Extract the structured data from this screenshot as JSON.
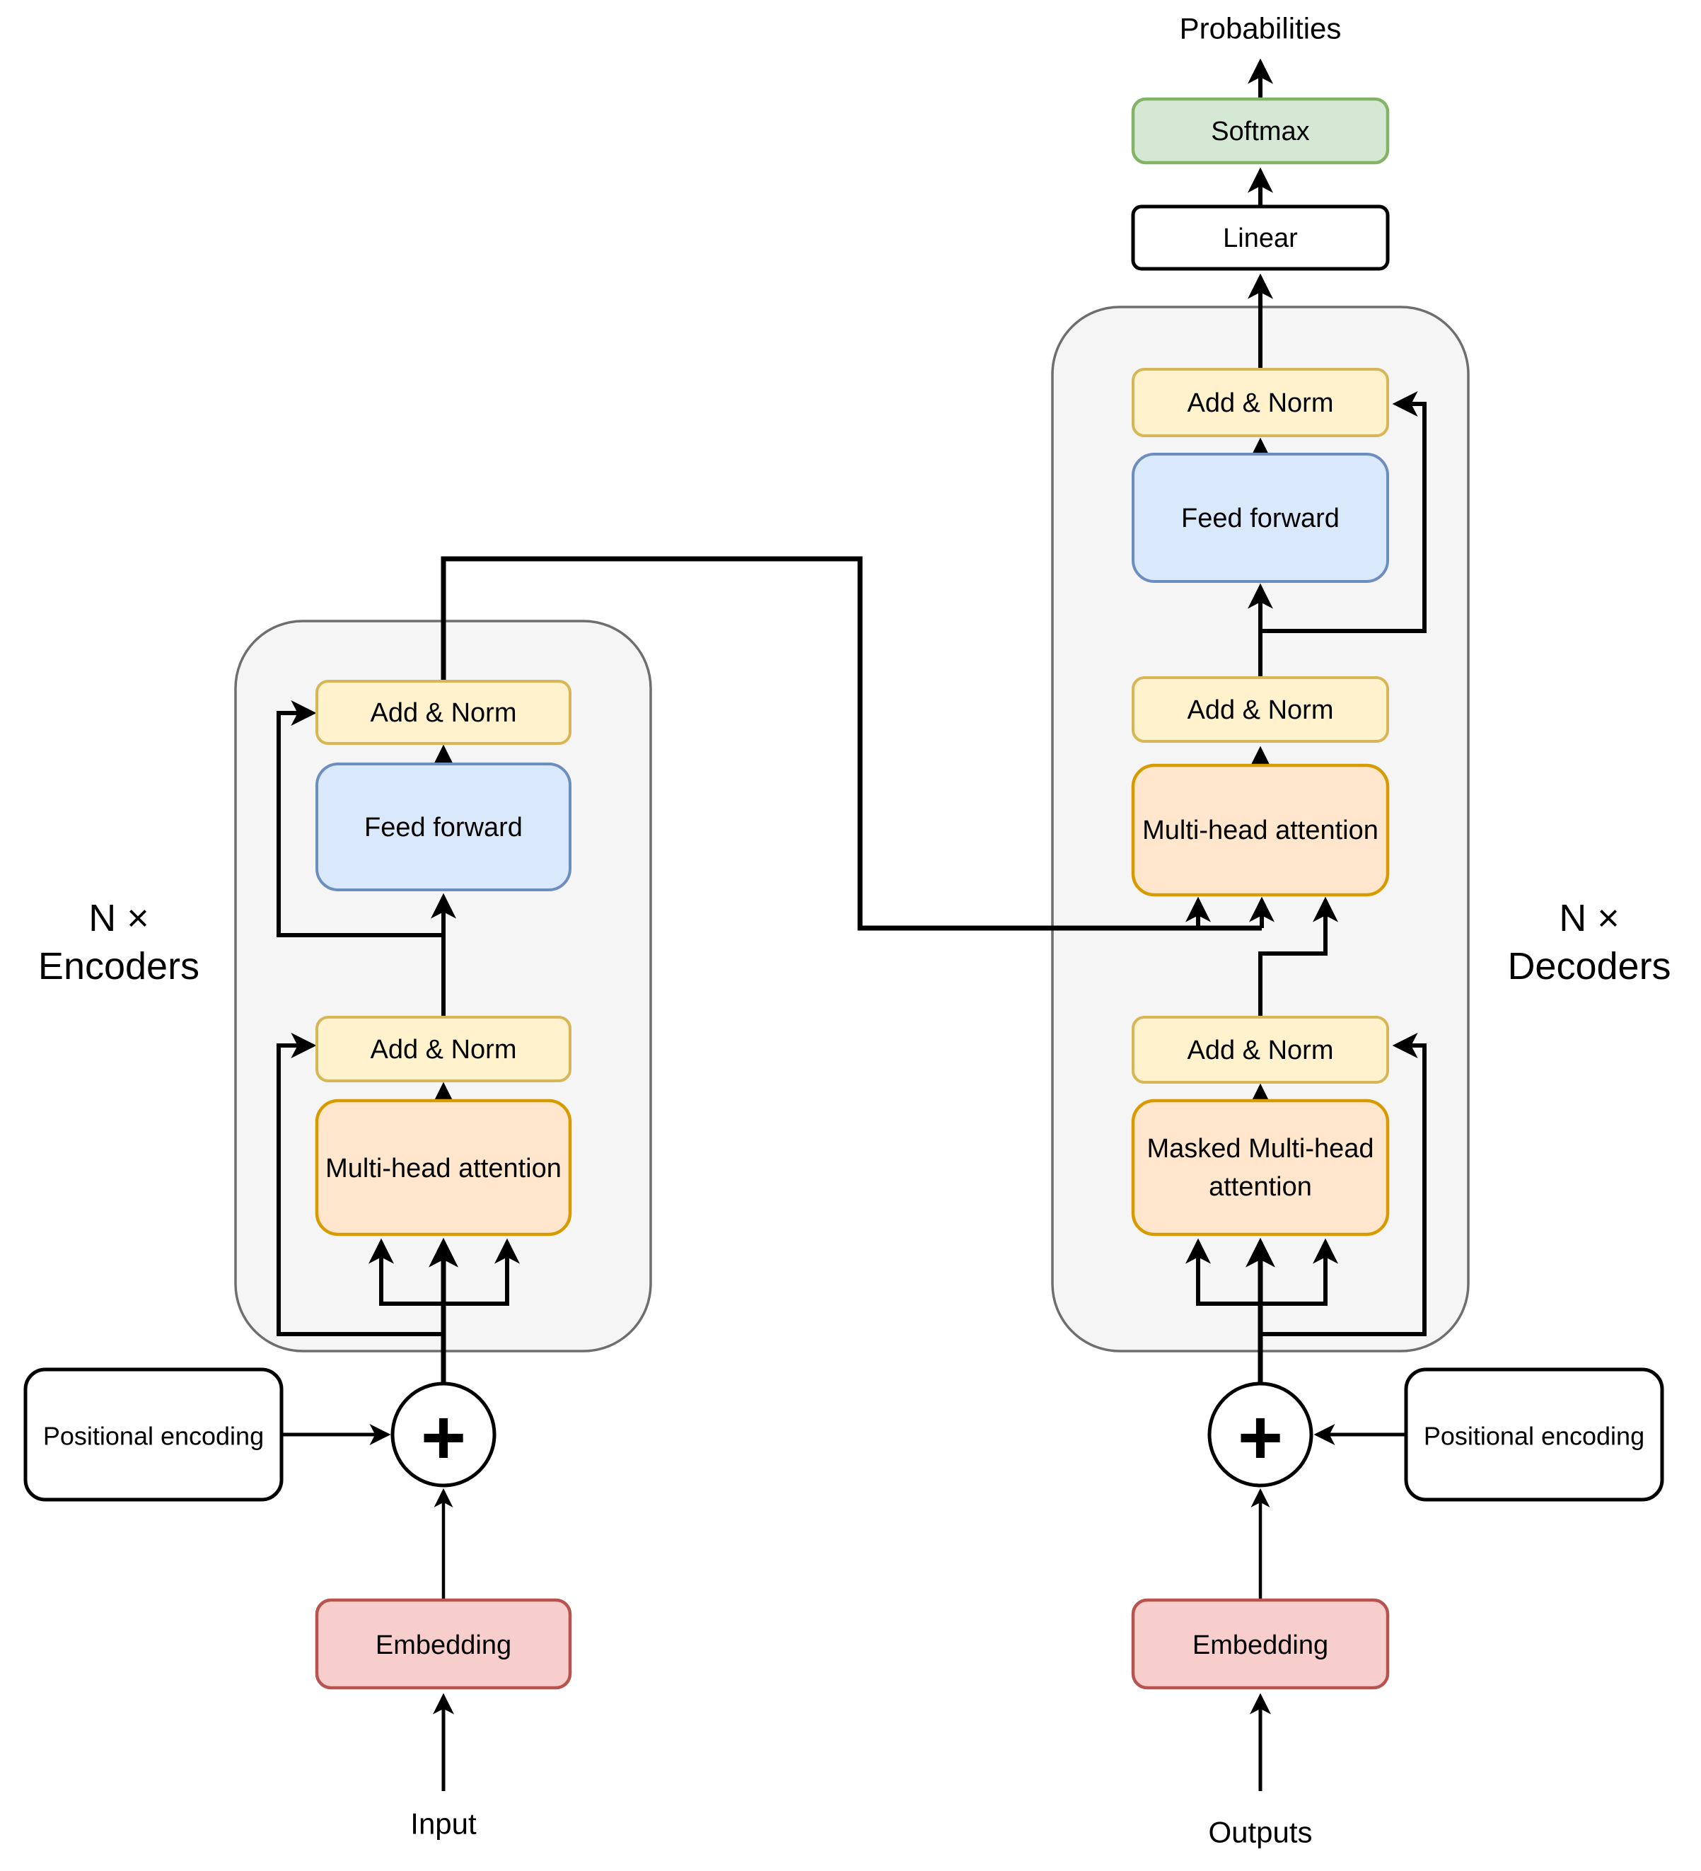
{
  "output_head": {
    "probabilities_label": "Probabilities",
    "softmax_label": "Softmax",
    "linear_label": "Linear"
  },
  "encoder": {
    "count_label": "N ×",
    "name_label": "Encoders",
    "add_norm_top_label": "Add & Norm",
    "feed_forward_label": "Feed forward",
    "add_norm_bottom_label": "Add & Norm",
    "multi_head_attention_label": "Multi-head attention",
    "positional_encoding_label": "Positional encoding",
    "plus_label": "+",
    "embedding_label": "Embedding",
    "input_label": "Input"
  },
  "decoder": {
    "count_label": "N ×",
    "name_label": "Decoders",
    "add_norm_top_label": "Add & Norm",
    "feed_forward_label": "Feed forward",
    "add_norm_middle_label": "Add & Norm",
    "multi_head_attention_label": "Multi-head attention",
    "add_norm_bottom_label": "Add & Norm",
    "masked_attention_label_line1": "Masked Multi-head",
    "masked_attention_label_line2": "attention",
    "positional_encoding_label": "Positional encoding",
    "plus_label": "+",
    "embedding_label": "Embedding",
    "outputs_label": "Outputs"
  },
  "colors": {
    "add_norm_fill": "#fff2cc",
    "add_norm_stroke": "#d6b656",
    "feed_forward_fill": "#dae8fc",
    "feed_forward_stroke": "#6c8ebf",
    "attention_fill": "#ffe6cc",
    "attention_stroke": "#d79b00",
    "softmax_fill": "#d5e8d4",
    "softmax_stroke": "#82b366",
    "embedding_fill": "#f8cecc",
    "embedding_stroke": "#b85450",
    "group_fill": "#f5f5f5",
    "group_stroke": "#6e6e6e",
    "line": "#000000",
    "background": "#ffffff"
  }
}
